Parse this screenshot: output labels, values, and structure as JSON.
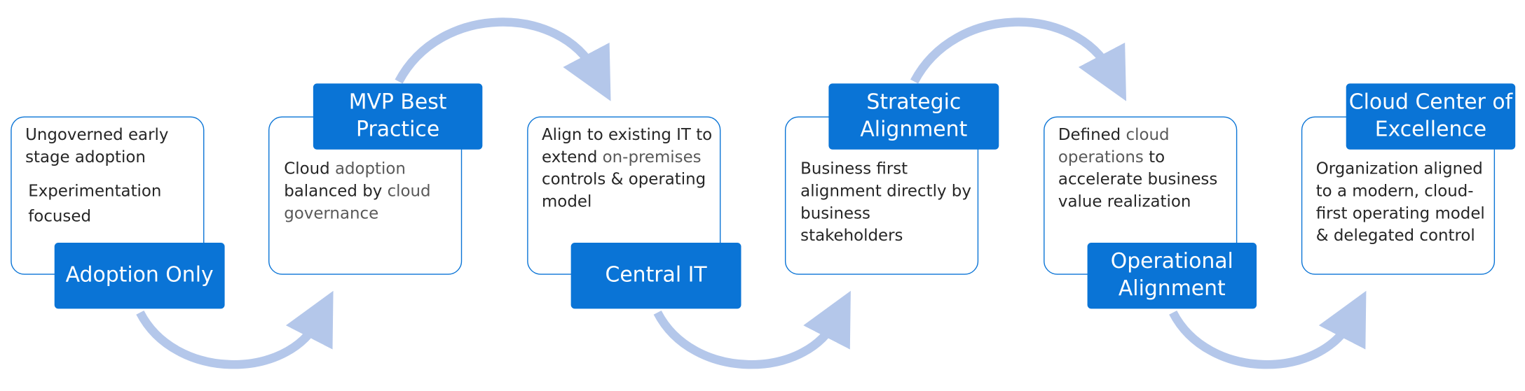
{
  "colors": {
    "accent": "#0a74d6",
    "arrow": "#b4c7ea",
    "text": "#262626",
    "muted_text": "#595959"
  },
  "stages": [
    {
      "label": "Adoption Only",
      "text_lines": [
        "Ungoverned early",
        "stage adoption"
      ],
      "sub_lines": [
        "Experimentation",
        "focused"
      ]
    },
    {
      "label_lines": [
        "MVP Best",
        "Practice"
      ],
      "text": {
        "l1a": "Cloud",
        "l1b": "adoption",
        "l2a": "balanced by",
        "l2b": "cloud",
        "l3": "governance"
      }
    },
    {
      "label": "Central IT",
      "text": {
        "l1": "Align to existing IT to",
        "l2a": "extend",
        "l2b": "on-premises",
        "l3": "controls & operating",
        "l4": "model"
      }
    },
    {
      "label_lines": [
        "Strategic",
        "Alignment"
      ],
      "text_lines": [
        "Business first",
        "alignment directly by",
        "business",
        "stakeholders"
      ]
    },
    {
      "label_lines": [
        "Operational",
        "Alignment"
      ],
      "text": {
        "l1a": "Defined",
        "l1b": "cloud",
        "l2a": "operations",
        "l2b": "to",
        "l3": "accelerate business",
        "l4": "value realization"
      }
    },
    {
      "label_lines": [
        "Cloud Center of",
        "Excellence"
      ],
      "text_lines": [
        "Organization aligned",
        "to a modern, cloud-",
        "first operating model",
        "& delegated control"
      ]
    }
  ]
}
